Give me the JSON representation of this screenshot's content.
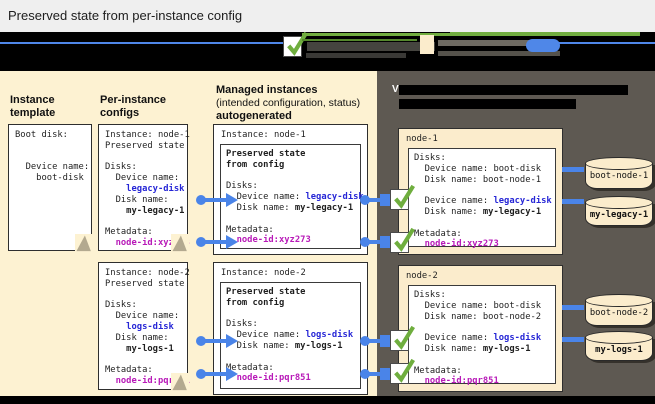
{
  "title_bar": {
    "title": "Preserved state from per-instance config"
  },
  "columns": {
    "instance_template": {
      "header": "Instance template"
    },
    "per_instance_configs": {
      "header": "Per-instance configs"
    },
    "managed_instances": {
      "header": "Managed instances",
      "subheader": "(intended configuration, status)",
      "subheader2": "autogenerated"
    }
  },
  "dark_panel": {
    "obscured_mark": "V"
  },
  "cards": {
    "template": {
      "lines": [
        [
          [
            "p",
            "Boot disk:"
          ]
        ],
        [],
        [],
        [
          [
            "p",
            "  Device name:"
          ]
        ],
        [
          [
            "p",
            "    boot-disk"
          ]
        ]
      ]
    },
    "pic_node1": {
      "lines": [
        [
          [
            "p",
            "Instance: node-1"
          ]
        ],
        [
          [
            "p",
            "Preserved state"
          ]
        ],
        [],
        [
          [
            "p",
            "Disks:"
          ]
        ],
        [
          [
            "p",
            "  Device name:"
          ]
        ],
        [
          [
            "u",
            "    legacy-disk"
          ]
        ],
        [
          [
            "p",
            "  Disk name:"
          ]
        ],
        [
          [
            "b",
            "    my-legacy-1"
          ]
        ],
        [],
        [
          [
            "p",
            "Metadata:"
          ]
        ],
        [
          [
            "m",
            "  node-id:xyz273"
          ]
        ]
      ]
    },
    "pic_node2": {
      "lines": [
        [
          [
            "p",
            "Instance: node-2"
          ]
        ],
        [
          [
            "p",
            "Preserved state"
          ]
        ],
        [],
        [
          [
            "p",
            "Disks:"
          ]
        ],
        [
          [
            "p",
            "  Device name:"
          ]
        ],
        [
          [
            "u",
            "    logs-disk"
          ]
        ],
        [
          [
            "p",
            "  Disk name:"
          ]
        ],
        [
          [
            "b",
            "    my-logs-1"
          ]
        ],
        [],
        [
          [
            "p",
            "Metadata:"
          ]
        ],
        [
          [
            "m",
            "  node-id:pqr851"
          ]
        ]
      ]
    },
    "managed_node1": {
      "title": "Instance: node-1",
      "inner": [
        [
          [
            "b",
            "Preserved state"
          ]
        ],
        [
          [
            "b",
            "from config"
          ]
        ],
        [],
        [
          [
            "p",
            "Disks:"
          ]
        ],
        [
          [
            "p",
            "  Device name: "
          ],
          [
            "u",
            "legacy-disk"
          ]
        ],
        [
          [
            "p",
            "  Disk name: "
          ],
          [
            "b",
            "my-legacy-1"
          ]
        ],
        [],
        [
          [
            "p",
            "Metadata:"
          ]
        ],
        [
          [
            "m",
            "  node-id:xyz273"
          ]
        ]
      ]
    },
    "managed_node2": {
      "title": "Instance: node-2",
      "inner": [
        [
          [
            "b",
            "Preserved state"
          ]
        ],
        [
          [
            "b",
            "from config"
          ]
        ],
        [],
        [
          [
            "p",
            "Disks:"
          ]
        ],
        [
          [
            "p",
            "  Device name: "
          ],
          [
            "u",
            "logs-disk"
          ]
        ],
        [
          [
            "p",
            "  Disk name: "
          ],
          [
            "b",
            "my-logs-1"
          ]
        ],
        [],
        [
          [
            "p",
            "Metadata:"
          ]
        ],
        [
          [
            "m",
            "  node-id:pqr851"
          ]
        ]
      ]
    },
    "vm_node1": {
      "title": "node-1",
      "inner": [
        [
          [
            "p",
            "Disks:"
          ]
        ],
        [
          [
            "p",
            "  Device name: boot-disk"
          ]
        ],
        [
          [
            "p",
            "  Disk name: boot-node-1"
          ]
        ],
        [],
        [
          [
            "p",
            "  Device name: "
          ],
          [
            "u",
            "legacy-disk"
          ]
        ],
        [
          [
            "p",
            "  Disk name: "
          ],
          [
            "b",
            "my-legacy-1"
          ]
        ],
        [],
        [
          [
            "p",
            "Metadata:"
          ]
        ],
        [
          [
            "m",
            "  node-id:xyz273"
          ]
        ]
      ]
    },
    "vm_node2": {
      "title": "node-2",
      "inner": [
        [
          [
            "p",
            "Disks:"
          ]
        ],
        [
          [
            "p",
            "  Device name: boot-disk"
          ]
        ],
        [
          [
            "p",
            "  Disk name: boot-node-2"
          ]
        ],
        [],
        [
          [
            "p",
            "  Device name: "
          ],
          [
            "u",
            "logs-disk"
          ]
        ],
        [
          [
            "p",
            "  Disk name: "
          ],
          [
            "b",
            "my-logs-1"
          ]
        ],
        [],
        [
          [
            "p",
            "Metadata:"
          ]
        ],
        [
          [
            "m",
            "  node-id:pqr851"
          ]
        ]
      ]
    }
  },
  "disks": {
    "items": [
      {
        "label": "boot-node-1"
      },
      {
        "label": "my-legacy-1"
      },
      {
        "label": "boot-node-2"
      },
      {
        "label": "my-logs-1"
      }
    ]
  },
  "colors": {
    "panel_cream": "#fdf2d2",
    "panel_dark": "#5e5952",
    "card_beige": "#fbeccc",
    "connector_blue": "#4a84e8",
    "device_name_blue": "#2626d6",
    "metadata_magenta": "#b81ab8",
    "check_green": "#6fae3e",
    "band_black": "#000000"
  }
}
